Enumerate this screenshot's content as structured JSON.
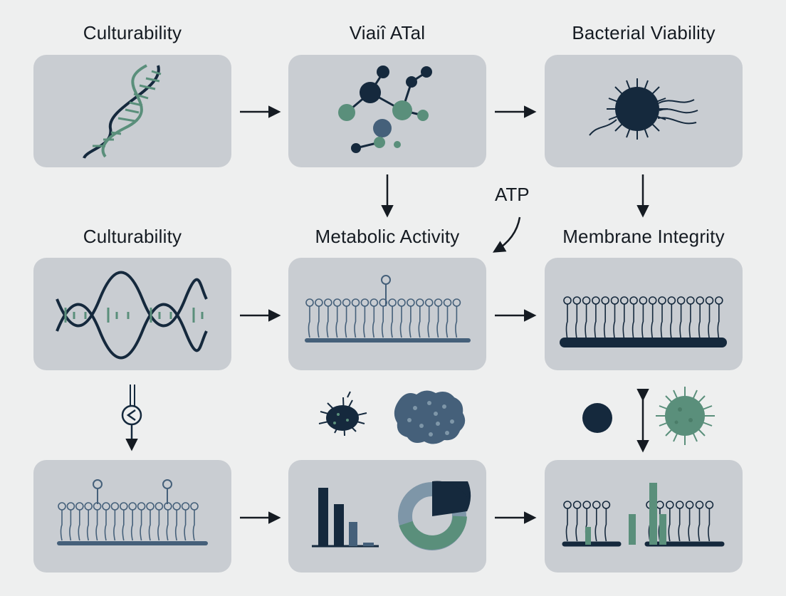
{
  "labels": {
    "top_left": "Culturability",
    "top_mid": "Viaiî ATal",
    "top_right": "Bacterial Viability",
    "mid_left": "Culturability",
    "mid_mid": "Metabolic Activity",
    "mid_right": "Membrane Integrity",
    "atp": "ATP"
  },
  "colors": {
    "background": "#eeefef",
    "panel": "#c9cdd2",
    "navy": "#15293d",
    "teal": "#5a8f7b",
    "slate": "#45607a",
    "text": "#151b22"
  }
}
